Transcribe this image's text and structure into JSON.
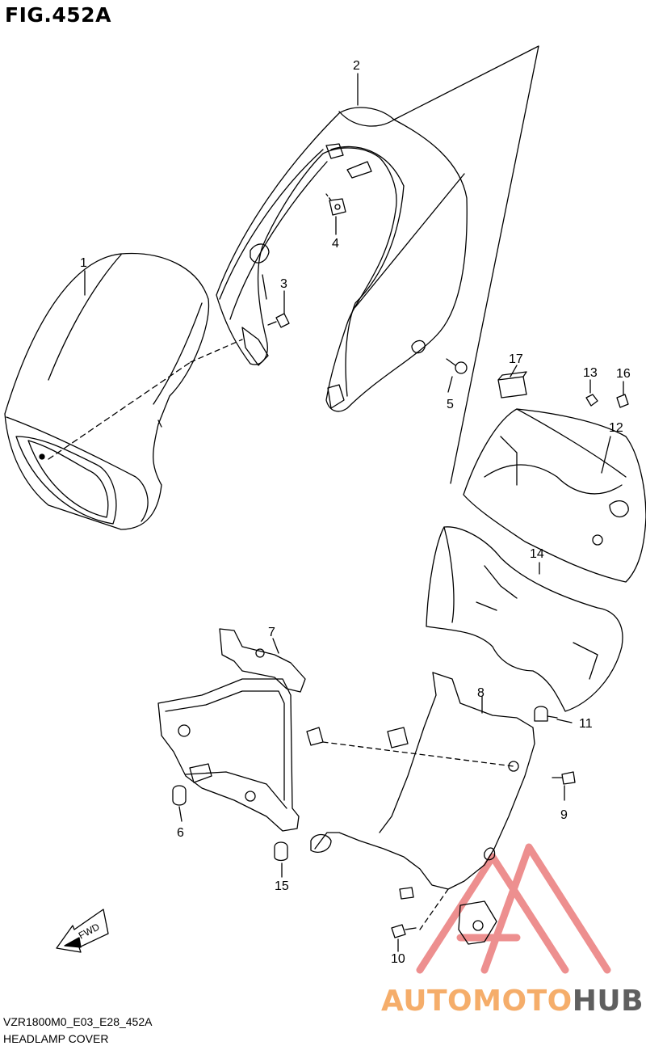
{
  "figure": {
    "title": "FIG.452A"
  },
  "parts": [
    {
      "id": "part-1",
      "number": "1"
    },
    {
      "id": "part-2",
      "number": "2"
    },
    {
      "id": "part-3",
      "number": "3"
    },
    {
      "id": "part-4",
      "number": "4"
    },
    {
      "id": "part-5",
      "number": "5"
    },
    {
      "id": "part-6",
      "number": "6"
    },
    {
      "id": "part-7",
      "number": "7"
    },
    {
      "id": "part-8",
      "number": "8"
    },
    {
      "id": "part-9",
      "number": "9"
    },
    {
      "id": "part-10",
      "number": "10"
    },
    {
      "id": "part-11",
      "number": "11"
    },
    {
      "id": "part-12",
      "number": "12"
    },
    {
      "id": "part-13",
      "number": "13"
    },
    {
      "id": "part-14",
      "number": "14"
    },
    {
      "id": "part-15",
      "number": "15"
    },
    {
      "id": "part-16",
      "number": "16"
    },
    {
      "id": "part-17",
      "number": "17"
    }
  ],
  "direction_arrow": {
    "label": "FWD"
  },
  "footer": {
    "code": "VZR1800M0_E03_E28_452A",
    "name": "HEADLAMP COVER"
  },
  "watermark": {
    "part_a": "AUTOMOTO",
    "part_b": "HUB",
    "colors": {
      "a": "#f5ad6a",
      "b": "#5f5f5f",
      "triangle": "#e86a6a"
    }
  }
}
